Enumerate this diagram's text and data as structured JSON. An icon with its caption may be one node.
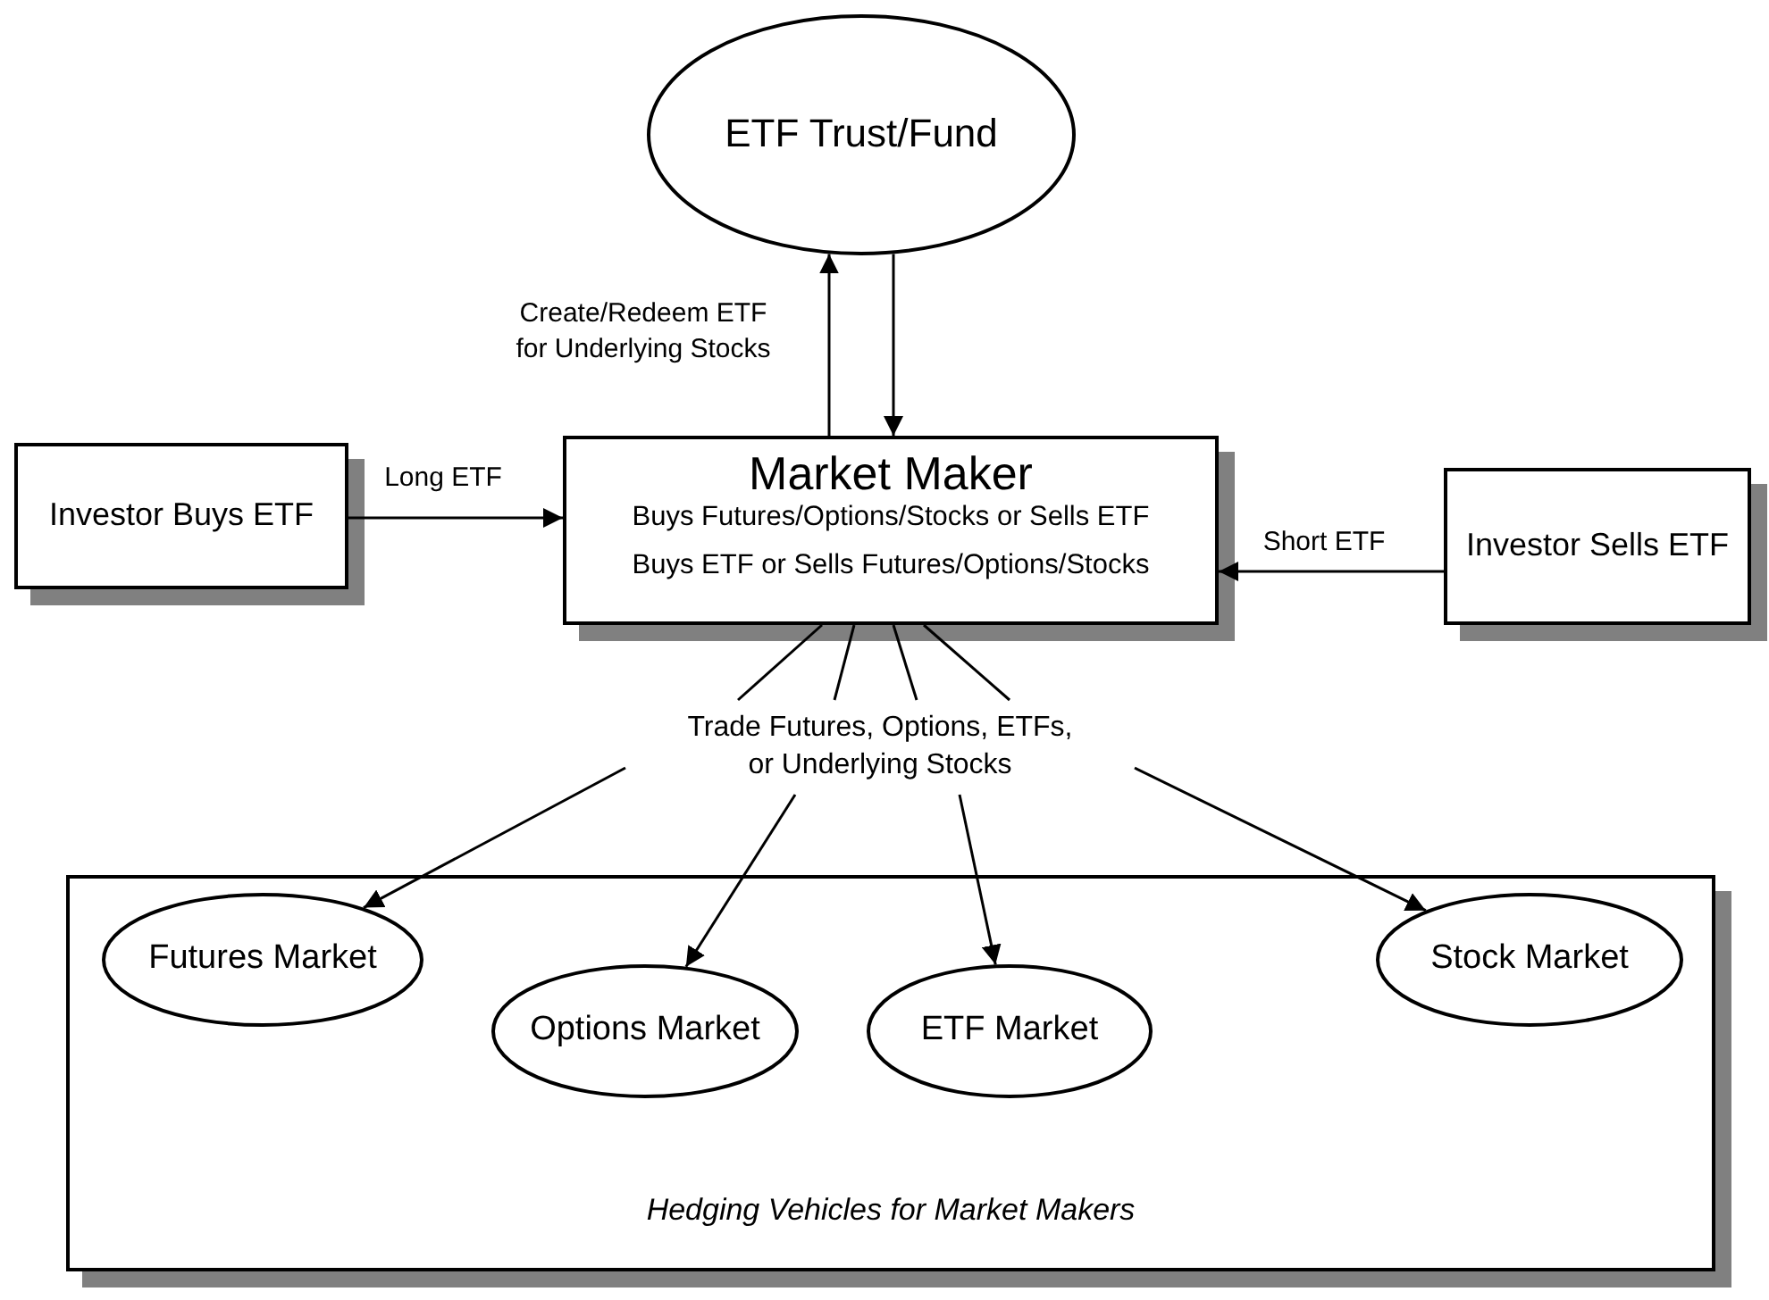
{
  "diagram": {
    "nodes": [
      {
        "text": [
          "ETF Trust/Fund"
        ]
      },
      {
        "text": [
          "Investor Buys ETF"
        ]
      },
      {
        "text": [
          "Market Maker",
          "Buys Futures/Options/Stocks or Sells ETF",
          "Buys ETF or Sells Futures/Options/Stocks"
        ]
      },
      {
        "text": [
          "Investor Sells ETF"
        ]
      },
      {
        "text": [
          "Trade Futures, Options, ETFs, or Underlying Stocks"
        ]
      },
      {
        "text": [
          "Hedging Vehicles for Market Makers"
        ]
      },
      {
        "text": [
          "Futures Market"
        ],
        "in": 5
      },
      {
        "text": [
          "Options Market"
        ],
        "in": 5
      },
      {
        "text": [
          "ETF Market"
        ],
        "in": 5
      },
      {
        "text": [
          "Stock Market"
        ],
        "in": 5
      }
    ],
    "edges": [
      {
        "from": 2,
        "to": 0,
        "arrow": "to",
        "label": "Create/Redeem ETF for Underlying Stocks"
      },
      {
        "from": 0,
        "to": 2,
        "arrow": "to"
      },
      {
        "from": 1,
        "to": 2,
        "arrow": "to",
        "label": "Long ETF"
      },
      {
        "from": 3,
        "to": 2,
        "arrow": "to",
        "label": "Short ETF"
      },
      {
        "from": 2,
        "to": 4,
        "arrow": "none"
      },
      {
        "from": 2,
        "to": 4,
        "arrow": "none"
      },
      {
        "from": 2,
        "to": 4,
        "arrow": "none"
      },
      {
        "from": 2,
        "to": 4,
        "arrow": "none"
      },
      {
        "from": 4,
        "to": 6,
        "arrow": "to"
      },
      {
        "from": 4,
        "to": 7,
        "arrow": "to"
      },
      {
        "from": 4,
        "to": 8,
        "arrow": "to"
      },
      {
        "from": 4,
        "to": 9,
        "arrow": "to"
      }
    ]
  }
}
